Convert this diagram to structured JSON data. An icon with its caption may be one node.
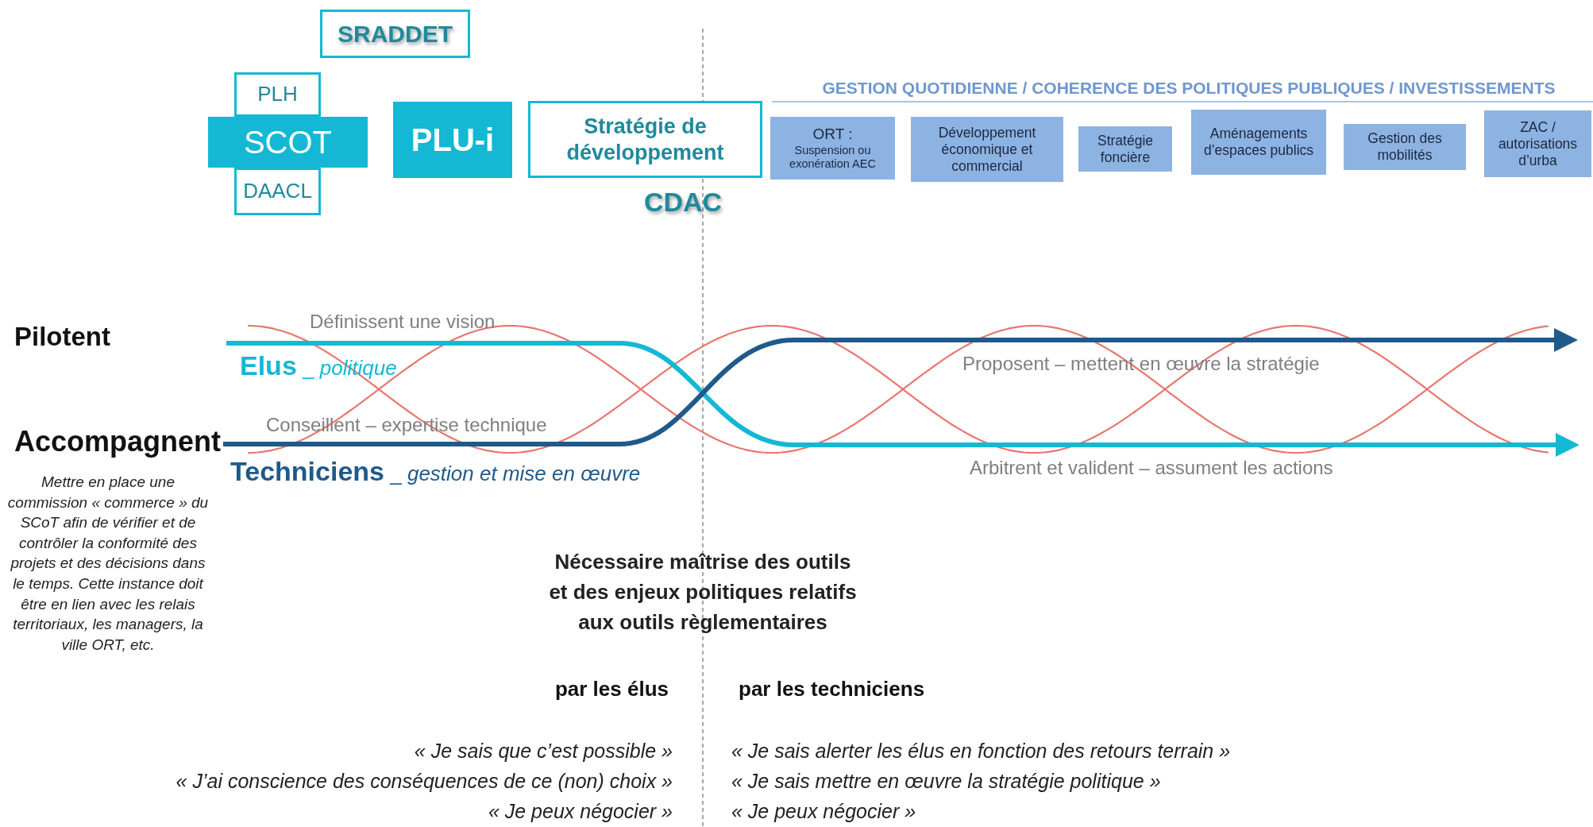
{
  "diagram": {
    "nodes": [
      {
        "text": [
          "SRADDET"
        ]
      },
      {
        "text": [
          "PLH"
        ]
      },
      {
        "text": [
          "SCOT"
        ]
      },
      {
        "text": [
          "DAACL"
        ]
      },
      {
        "text": [
          "PLU-i"
        ]
      },
      {
        "text": [
          "Stratégie de développement"
        ]
      },
      {
        "text": [
          "ORT :",
          "Suspension ou exonération AEC"
        ]
      },
      {
        "text": [
          "Développement économique et commercial"
        ]
      },
      {
        "text": [
          "Stratégie foncière"
        ]
      },
      {
        "text": [
          "Aménagements d’espaces publics"
        ]
      },
      {
        "text": [
          "Gestion des mobilités"
        ]
      },
      {
        "text": [
          "ZAC / autorisations d’urba"
        ]
      }
    ],
    "labels": [
      "GESTION QUOTIDIENNE / COHERENCE DES POLITIQUES PUBLIQUES / INVESTISSEMENTS",
      "CDAC",
      "Pilotent",
      "Définissent une vision",
      "**Elus** _ *politique*",
      "Proposent – mettent en œuvre la stratégie",
      "Conseillent – expertise technique",
      "Accompagnent",
      "**Techniciens** _ *gestion et mise en œuvre*",
      "Arbitrent et valident – assument les actions",
      "Mettre en place une commission « commerce » du SCoT afin de vérifier et de contrôler la conformité des projets et des décisions dans le temps. Cette instance doit être en lien avec les relais territoriaux, les managers, la ville ORT, etc.",
      "Nécessaire maîtrise des outils et des enjeux politiques relatifs aux outils règlementaires",
      "par les élus",
      "par les techniciens",
      "« Je sais que c’est possible »",
      "« Je sais alerter les élus en fonction des retours terrain »",
      "« J’ai conscience des conséquences de ce (non) choix »",
      "« Je sais mettre en œuvre la stratégie politique »",
      "« Je peux négocier »",
      "« Je peux négocier »"
    ]
  }
}
